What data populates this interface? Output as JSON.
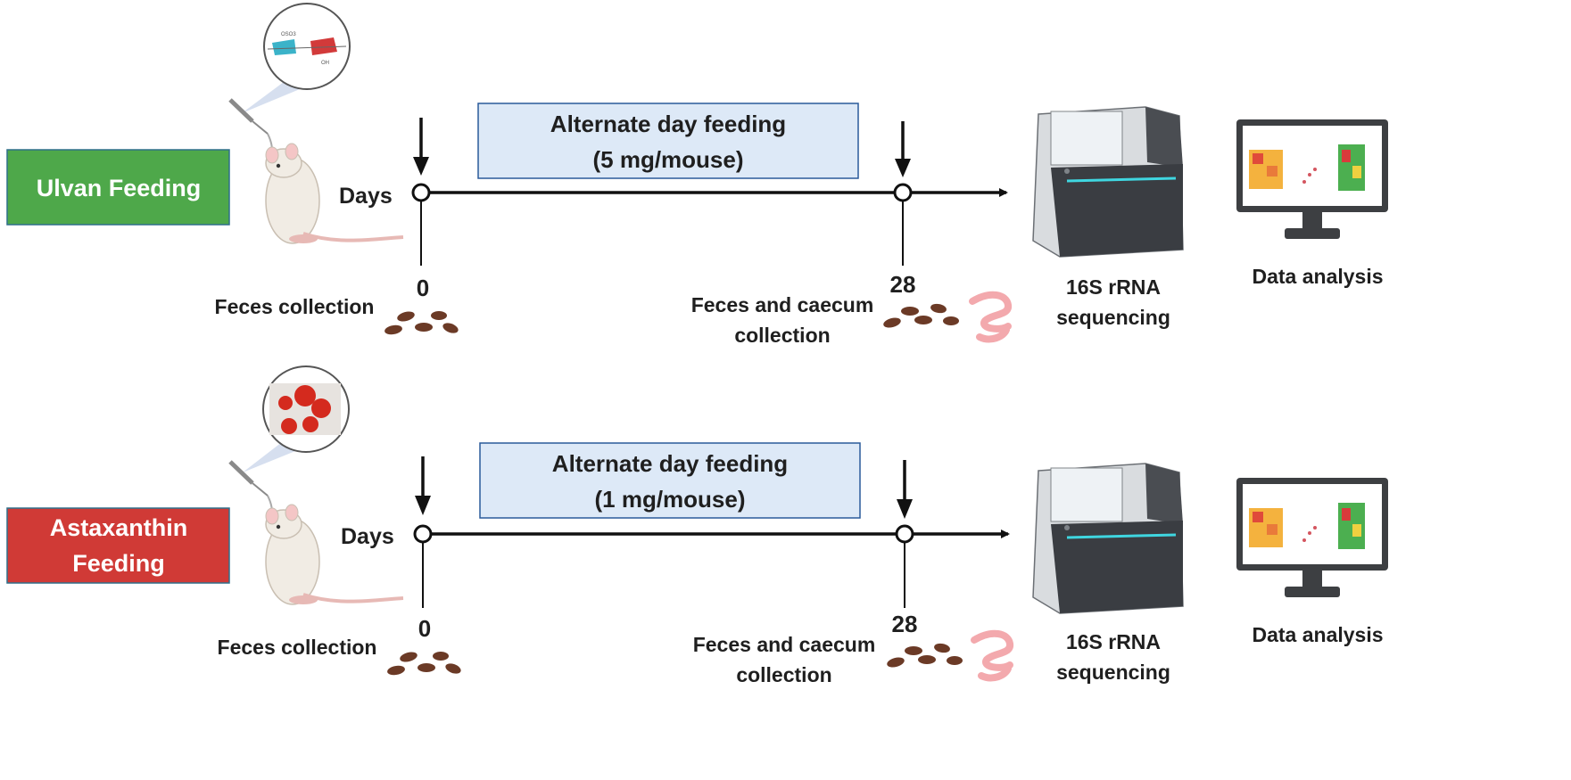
{
  "rows": [
    {
      "group_label": "Ulvan Feeding",
      "group_color": "#4ea84a",
      "feeding_line1": "Alternate day feeding",
      "feeding_line2": "(5 mg/mouse)",
      "axis_label": "Days",
      "start_day": "0",
      "end_day": "28",
      "start_collection": "Feces collection",
      "end_collection_line1": "Feces and caecum",
      "end_collection_line2": "collection",
      "sequencing_line1": "16S rRNA",
      "sequencing_line2": "sequencing",
      "analysis_label": "Data analysis",
      "inset_icon": "ulvan-structure-icon"
    },
    {
      "group_label_line1": "Astaxanthin",
      "group_label_line2": "Feeding",
      "group_color": "#d03a36",
      "feeding_line1": "Alternate day feeding",
      "feeding_line2": "(1 mg/mouse)",
      "axis_label": "Days",
      "start_day": "0",
      "end_day": "28",
      "start_collection": "Feces collection",
      "end_collection_line1": "Feces and caecum",
      "end_collection_line2": "collection",
      "sequencing_line1": "16S rRNA",
      "sequencing_line2": "sequencing",
      "analysis_label": "Data analysis",
      "inset_icon": "astaxanthin-photo-icon"
    }
  ],
  "colors": {
    "feeding_box_fill": "#dde9f7",
    "feeding_box_border": "#2a5a9a",
    "timeline": "#111111",
    "feces": "#6b3a26",
    "caecum": "#f3a9ad",
    "mouse_body": "#f1ece4"
  }
}
